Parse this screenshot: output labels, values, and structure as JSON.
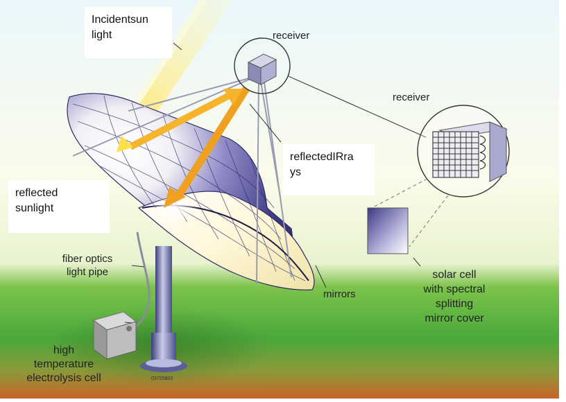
{
  "labels": {
    "incident": "Incidentsun\nlight",
    "receiver_top": "receiver",
    "receiver_side": "receiver",
    "reflected_ir": "reflectedIRra\nys",
    "reflected_sun": "reflected\nsunlight",
    "fiber": "fiber optics\nlight pipe",
    "mirrors": "mirrors",
    "solar_cell": "solar cell\nwith spectral\nsplitting\nmirror cover",
    "electrolysis": "high\ntemperature\nelectrolysis cell",
    "figure_code": "03725803"
  },
  "colors": {
    "sky_top": "#e8f7fb",
    "grass": "#4caf3a",
    "ground": "#c8642a",
    "dish_dark": "#3c3c8a",
    "dish_light": "#fff6d6",
    "beam": "#ffd84a",
    "arrow": "#f0a020"
  }
}
